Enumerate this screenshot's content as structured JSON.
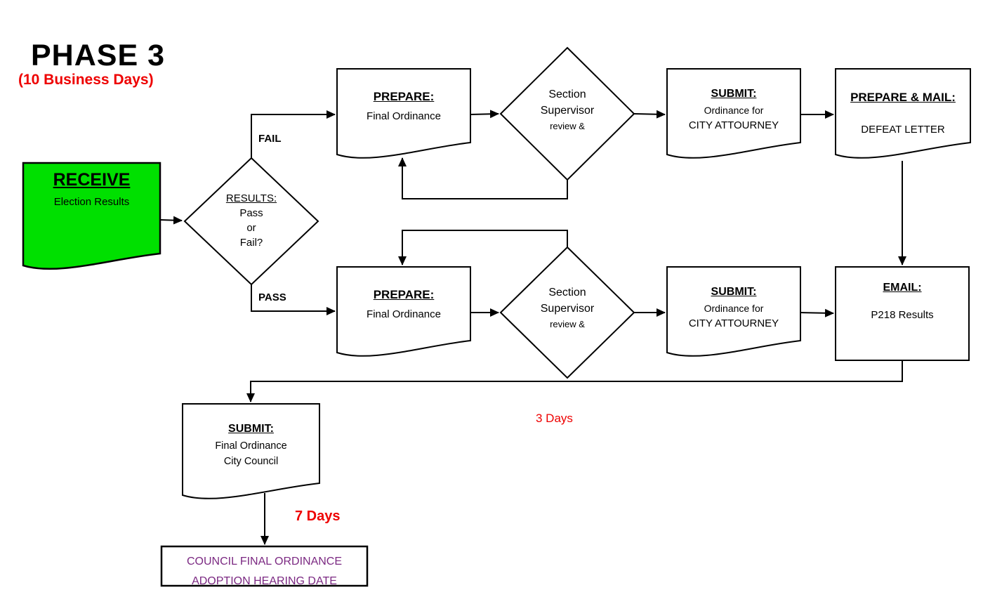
{
  "title": {
    "main": "PHASE 3",
    "subtitle": "(10 Business Days)"
  },
  "colors": {
    "green": "#00e000",
    "red": "#ee0000",
    "purple": "#7b2982",
    "line": "#000000"
  },
  "nodes": {
    "receive": {
      "heading": "RECEIVE",
      "body": "Election Results"
    },
    "results": {
      "heading": "RESULTS:",
      "line1": "Pass",
      "line2": "or",
      "line3": "Fail?"
    },
    "prepare_top": {
      "heading": "PREPARE:",
      "body": "Final Ordinance"
    },
    "supervisor_top": {
      "line1": "Section",
      "line2": "Supervisor",
      "line3": "review &"
    },
    "submit_top": {
      "heading": "SUBMIT:",
      "line1": "Ordinance for",
      "line2": "CITY ATTOURNEY"
    },
    "prepare_mail": {
      "heading": "PREPARE & MAIL:",
      "body": "DEFEAT LETTER"
    },
    "prepare_bottom": {
      "heading": "PREPARE:",
      "body": "Final Ordinance"
    },
    "supervisor_bottom": {
      "line1": "Section",
      "line2": "Supervisor",
      "line3": "review &"
    },
    "submit_bottom": {
      "heading": "SUBMIT:",
      "line1": "Ordinance for",
      "line2": "CITY ATTOURNEY"
    },
    "email": {
      "heading": "EMAIL:",
      "body": "P218 Results"
    },
    "submit_council": {
      "heading": "SUBMIT:",
      "line1": "Final Ordinance",
      "line2": "City Council"
    },
    "council_final": {
      "line1": "COUNCIL FINAL ORDINANCE",
      "line2": "ADOPTION HEARING DATE"
    }
  },
  "labels": {
    "fail": "FAIL",
    "pass": "PASS",
    "three_days": "3 Days",
    "seven_days": "7 Days"
  }
}
